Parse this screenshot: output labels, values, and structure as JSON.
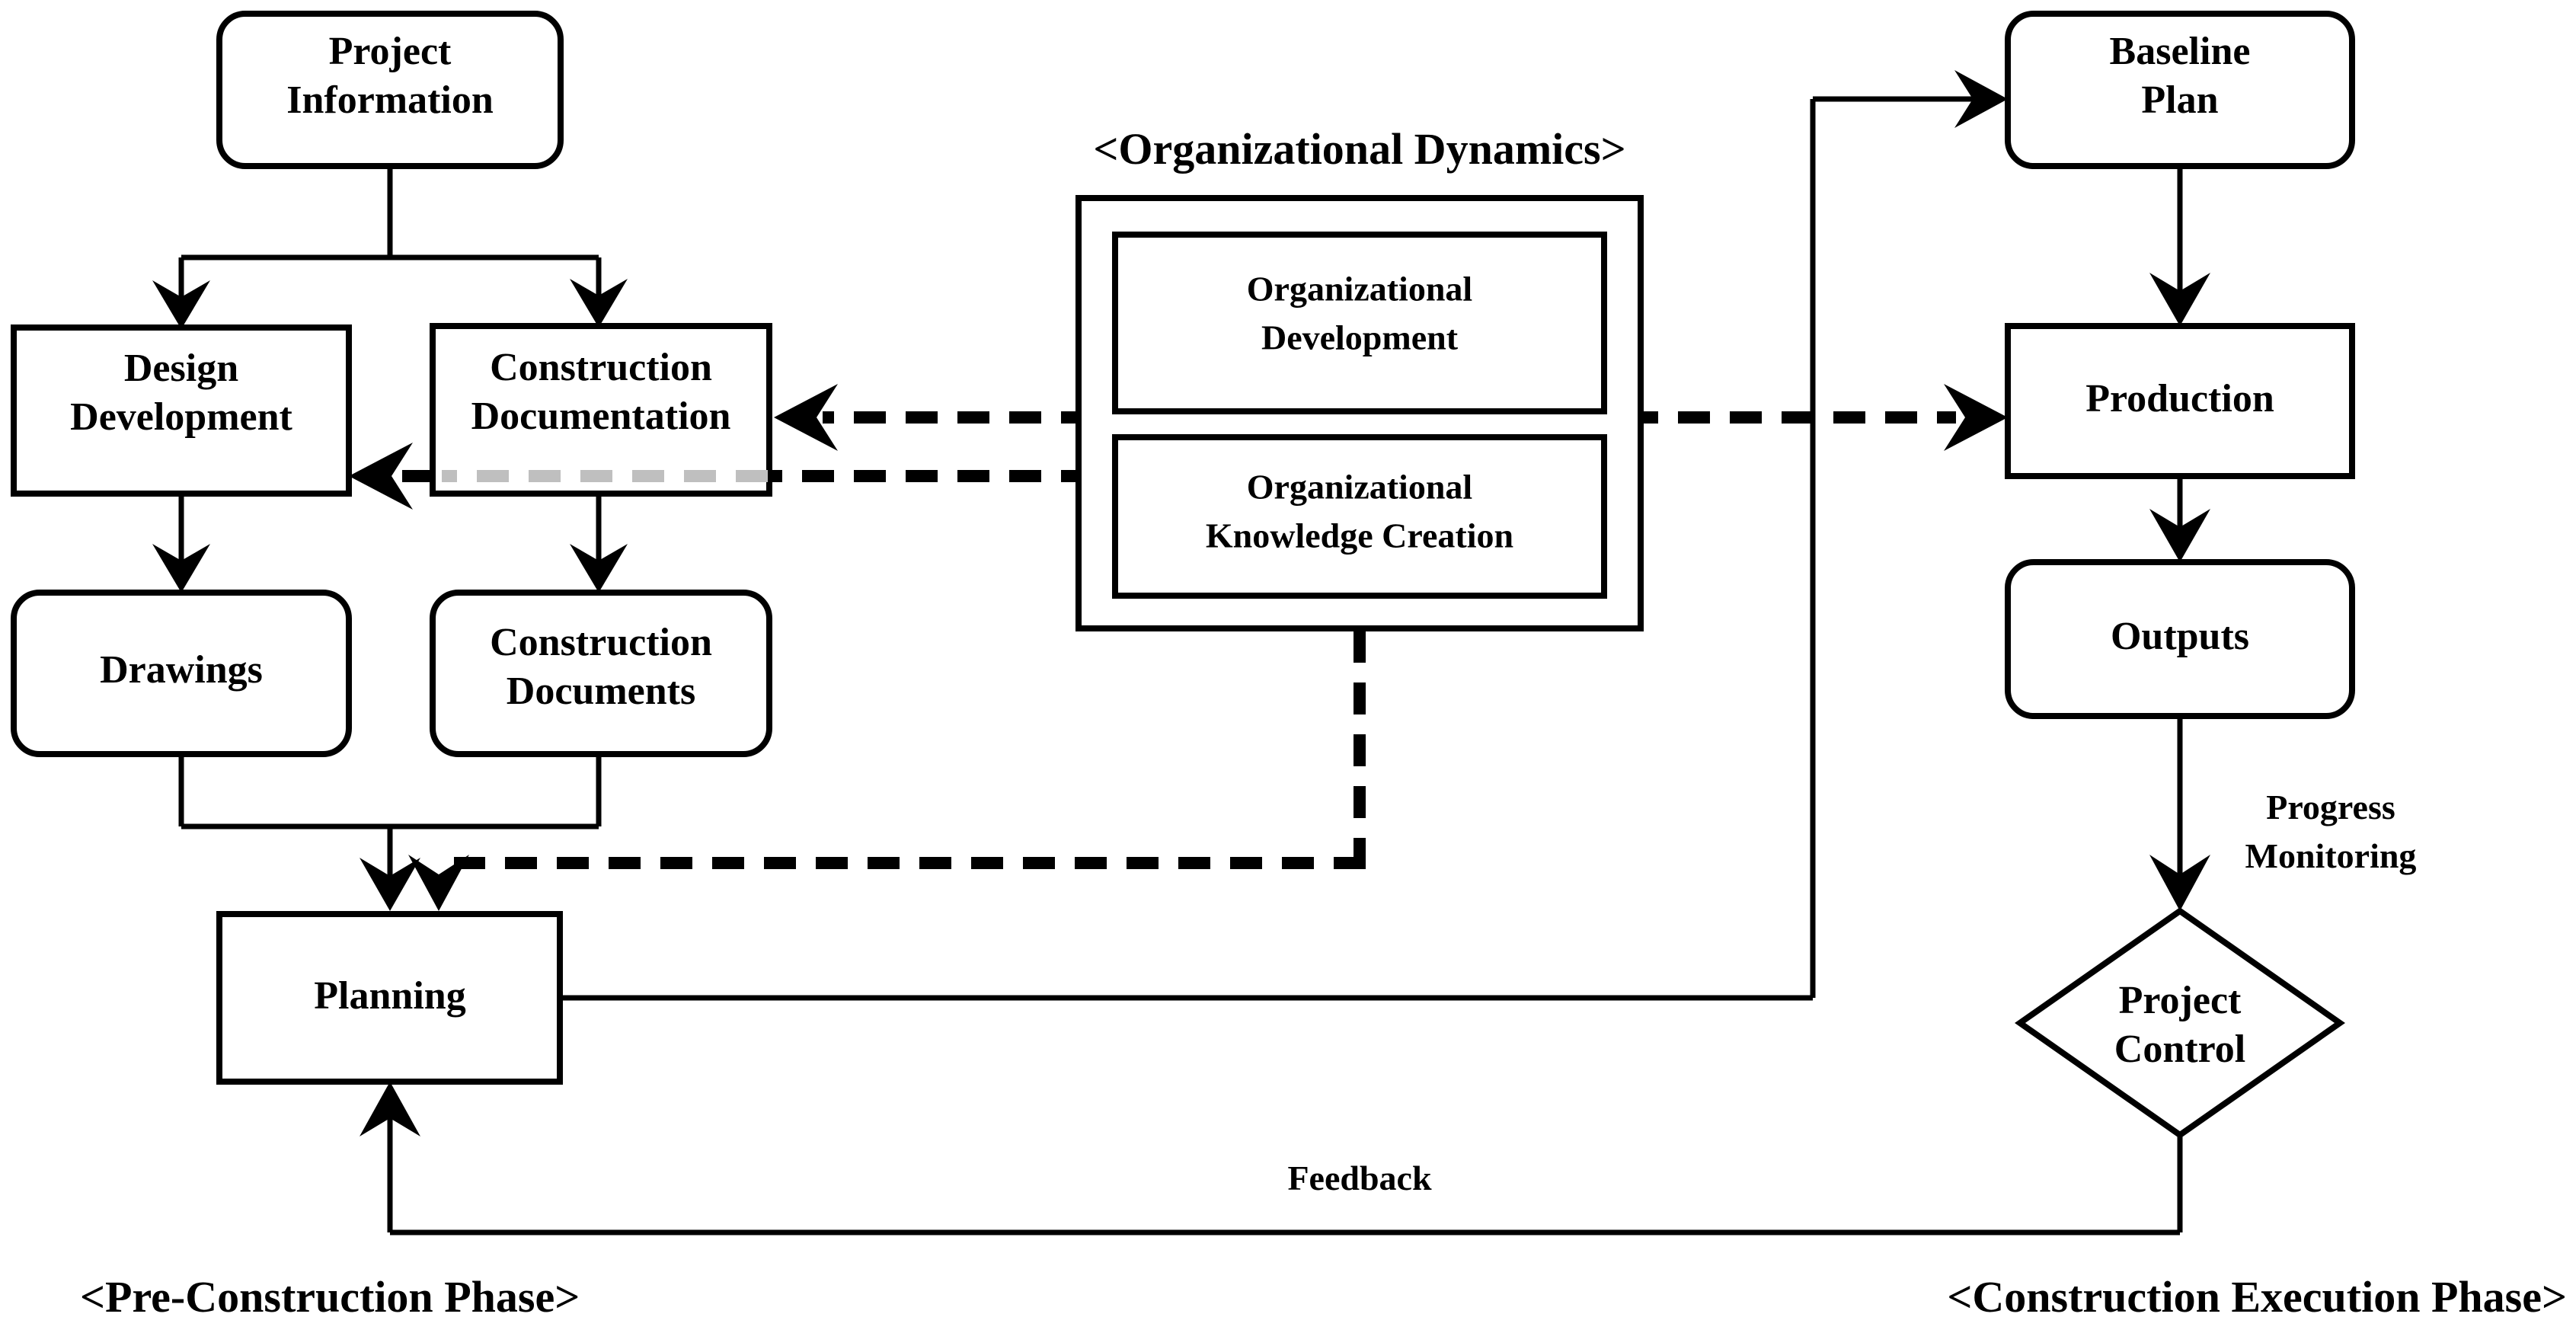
{
  "diagram": {
    "title_left_phase": "<Pre-Construction Phase>",
    "title_right_phase": "<Construction Execution Phase>",
    "group_title": "<Organizational Dynamics>",
    "stroke_color": "#000000",
    "fill_color": "#ffffff",
    "ghost_line_color": "#bfbfbf"
  },
  "nodes": {
    "project_information": "Project\nInformation",
    "project_information_l1": "Project",
    "project_information_l2": "Information",
    "design_development_l1": "Design",
    "design_development_l2": "Development",
    "construction_documentation_l1": "Construction",
    "construction_documentation_l2": "Documentation",
    "drawings": "Drawings",
    "construction_documents_l1": "Construction",
    "construction_documents_l2": "Documents",
    "planning": "Planning",
    "organizational_development_l1": "Organizational",
    "organizational_development_l2": "Development",
    "organizational_knowledge_creation_l1": "Organizational",
    "organizational_knowledge_creation_l2": "Knowledge Creation",
    "baseline_plan_l1": "Baseline",
    "baseline_plan_l2": "Plan",
    "production": "Production",
    "outputs": "Outputs",
    "project_control_l1": "Project",
    "project_control_l2": "Control"
  },
  "edge_labels": {
    "progress_monitoring_l1": "Progress",
    "progress_monitoring_l2": "Monitoring",
    "feedback": "Feedback"
  }
}
